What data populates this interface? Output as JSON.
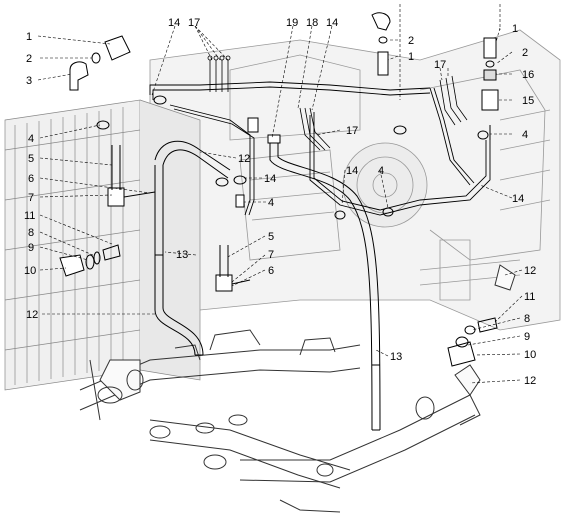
{
  "callouts": {
    "top_left": [
      "1",
      "2",
      "3"
    ],
    "top_mid": [
      "14",
      "17",
      "19",
      "18",
      "14",
      "2",
      "1"
    ],
    "top_right": [
      "1",
      "2",
      "16",
      "15",
      "4"
    ],
    "left": [
      "4",
      "5",
      "6",
      "7",
      "11",
      "8",
      "9",
      "10",
      "12"
    ],
    "center": [
      "12",
      "14",
      "4",
      "13",
      "5",
      "7",
      "6",
      "13",
      "17",
      "14",
      "4"
    ],
    "right": [
      "17",
      "14",
      "12",
      "11",
      "8",
      "9",
      "10",
      "12"
    ]
  }
}
